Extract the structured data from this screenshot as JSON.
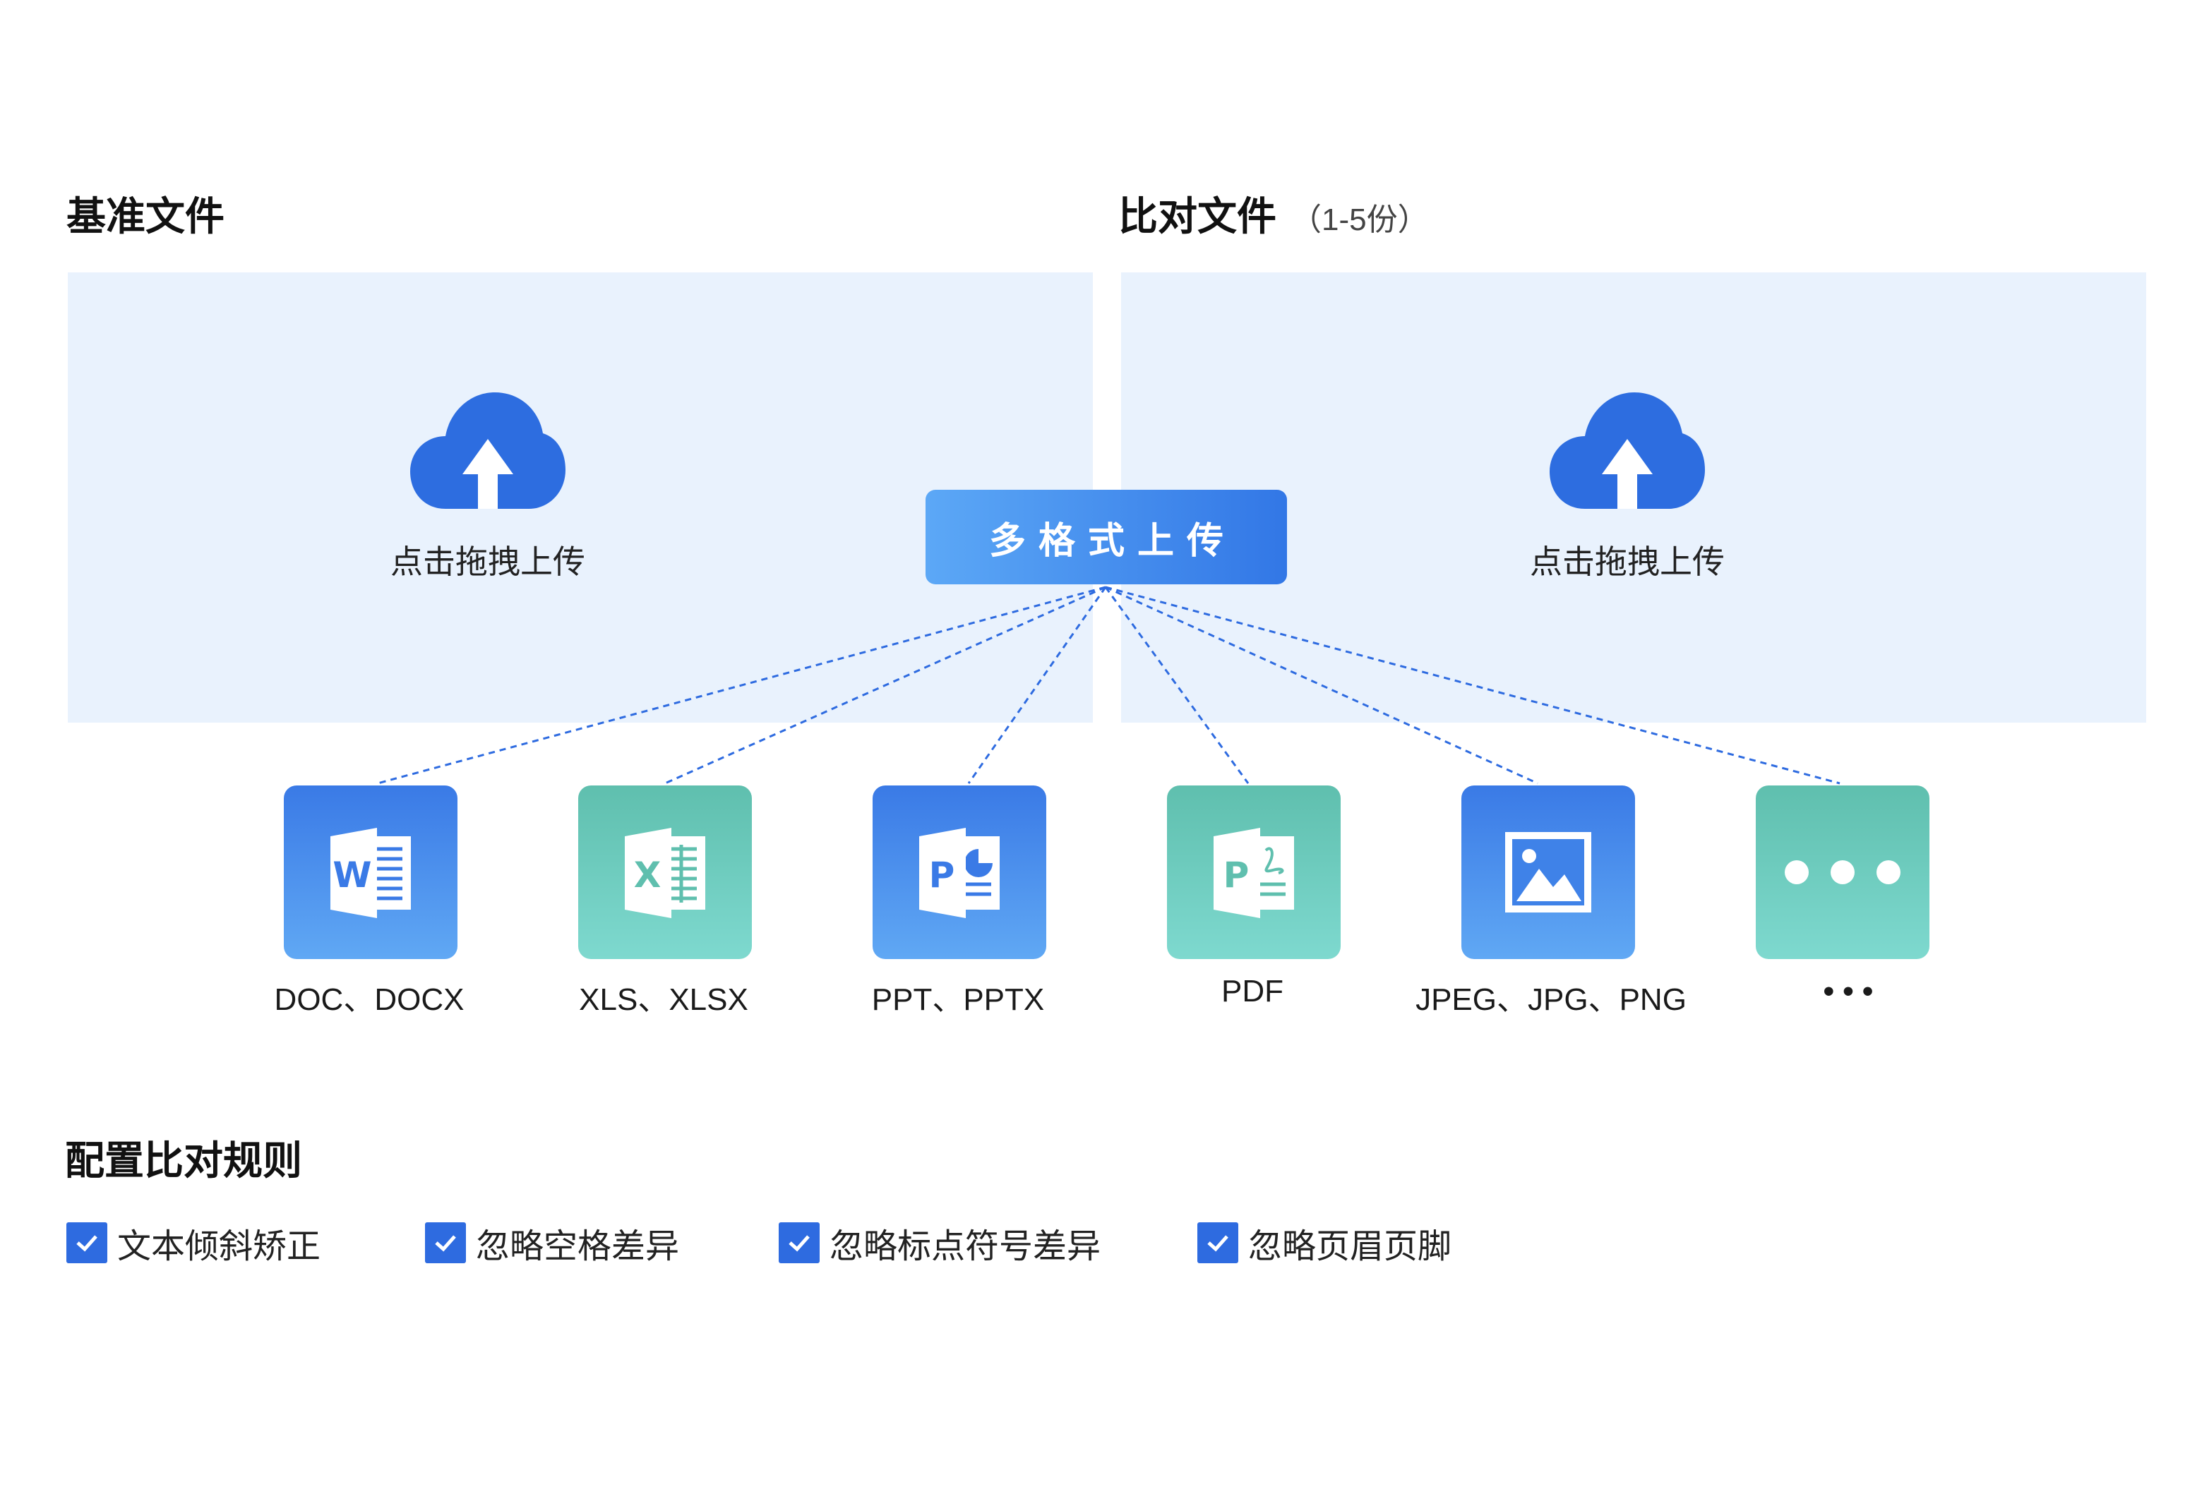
{
  "base": {
    "title": "基准文件",
    "drop_label": "点击拖拽上传"
  },
  "compare": {
    "title": "比对文件",
    "count_hint": "（1-5份）",
    "drop_label": "点击拖拽上传"
  },
  "upload_button": {
    "label": "多格式上传"
  },
  "formats": [
    {
      "label": "DOC、DOCX",
      "icon": "word-icon"
    },
    {
      "label": "XLS、XLSX",
      "icon": "excel-icon"
    },
    {
      "label": "PPT、PPTX",
      "icon": "powerpoint-icon"
    },
    {
      "label": "PDF",
      "icon": "pdf-icon"
    },
    {
      "label": "JPEG、JPG、PNG",
      "icon": "image-icon"
    },
    {
      "label": "• • •",
      "icon": "more-icon"
    }
  ],
  "rules": {
    "title": "配置比对规则",
    "options": [
      {
        "label": "文本倾斜矫正",
        "checked": true
      },
      {
        "label": "忽略空格差异",
        "checked": true
      },
      {
        "label": "忽略标点符号差异",
        "checked": true
      },
      {
        "label": "忽略页眉页脚",
        "checked": true
      }
    ]
  },
  "colors": {
    "accent_blue": "#3277e6",
    "tile_blue_top": "#3a7ae6",
    "tile_blue_bottom": "#60a8f4",
    "tile_green_top": "#5fbfae",
    "tile_green_bottom": "#7ed9cf",
    "dropzone_bg": "#e9f2fd"
  }
}
